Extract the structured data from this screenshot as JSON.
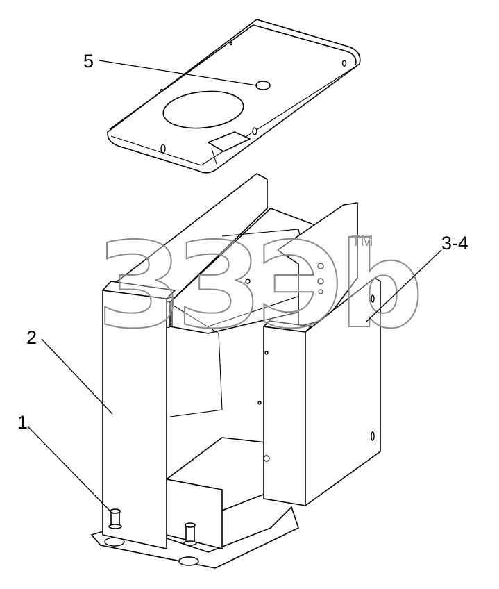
{
  "watermark": {
    "text": "ЗЗЭb",
    "trademark": "TM"
  },
  "callouts": [
    {
      "id": "1",
      "label": "1"
    },
    {
      "id": "2",
      "label": "2"
    },
    {
      "id": "3-4",
      "label": "3-4"
    },
    {
      "id": "5",
      "label": "5"
    }
  ]
}
